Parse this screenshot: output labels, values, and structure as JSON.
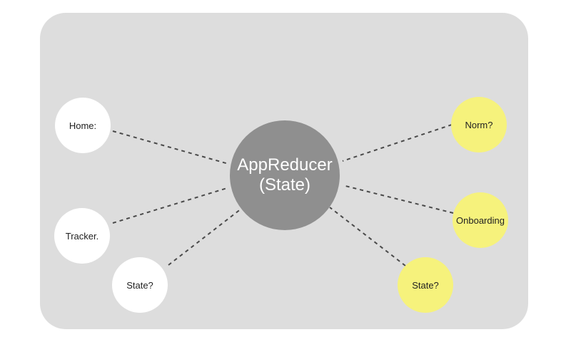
{
  "center": {
    "line1": "AppReducer",
    "line2": "(State)"
  },
  "nodes": {
    "home": "Home:",
    "tracker": "Tracker.",
    "state_left": "State?",
    "norm": "Norm?",
    "onboarding": "Onboarding",
    "state_right": "State?"
  },
  "colors": {
    "panel": "#dddddd",
    "center": "#8f8f8f",
    "white_node": "#ffffff",
    "yellow_node": "#f6f27c",
    "edge": "#4a4a4a"
  }
}
